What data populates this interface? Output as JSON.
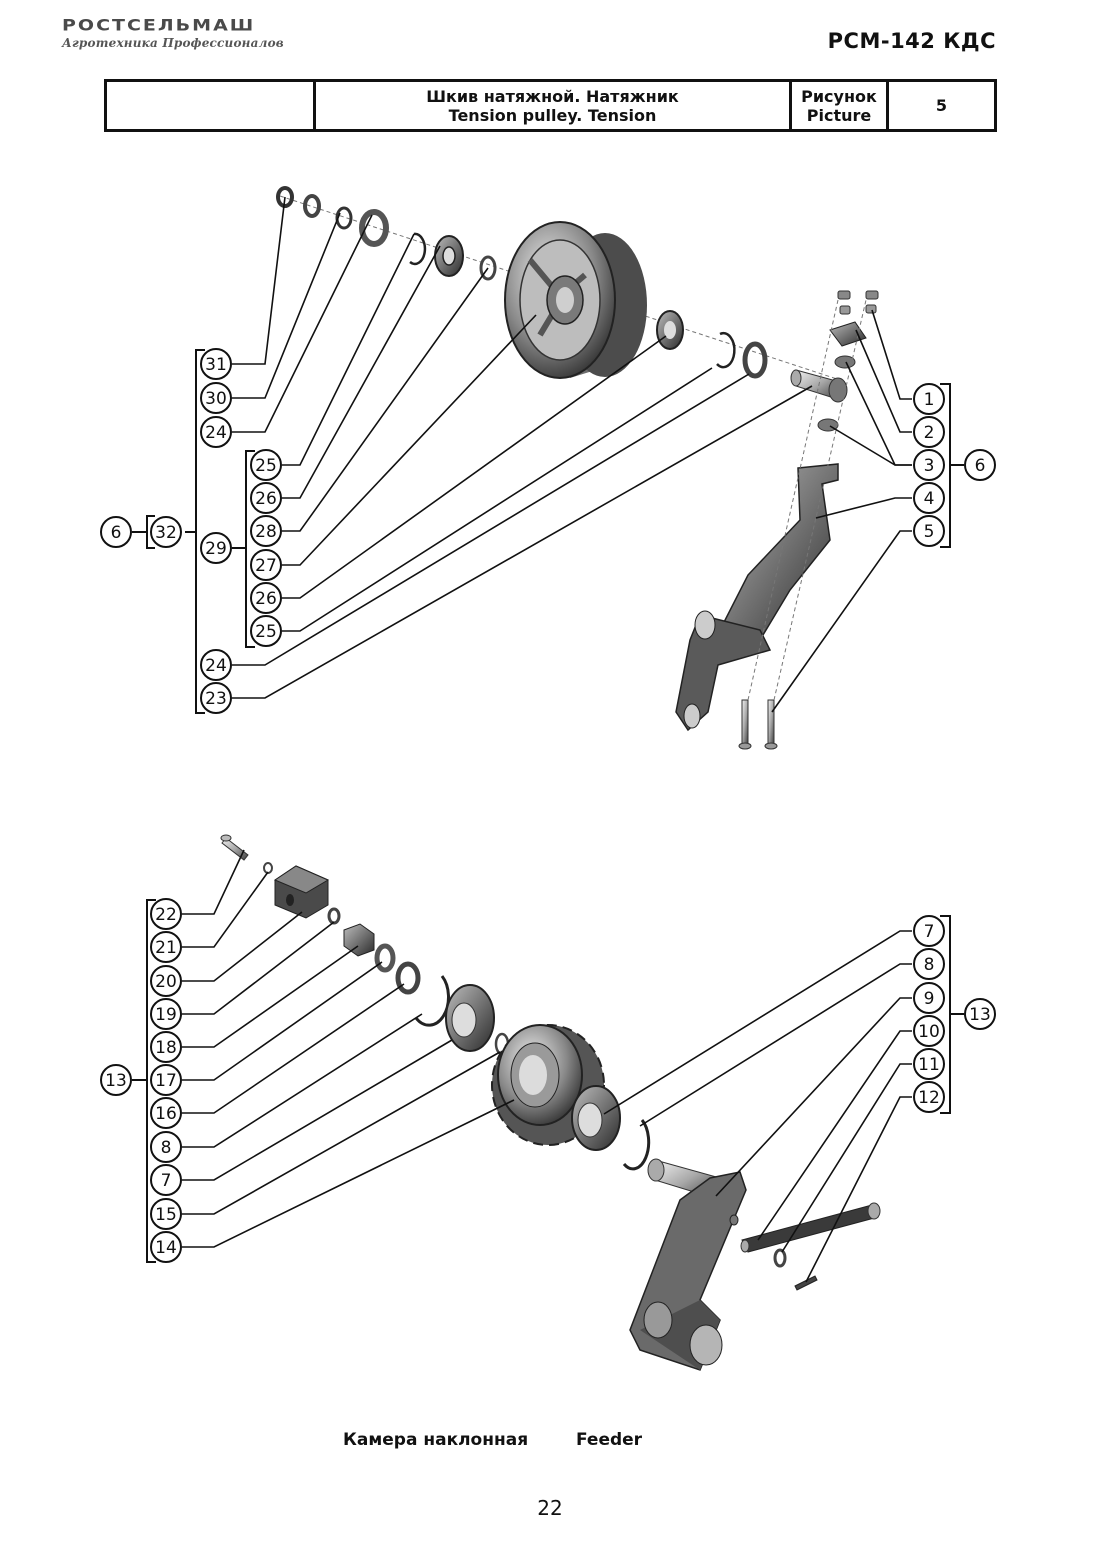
{
  "header": {
    "brand": "РОСТСЕЛЬМАШ",
    "tagline": "Агротехника Профессионалов",
    "model": "РСМ-142 КДС"
  },
  "title_block": {
    "caption_ru": "Шкив натяжной. Натяжник",
    "caption_en": "Tension pulley. Tension",
    "picture_ru": "Рисунок",
    "picture_en": "Picture",
    "picture_number": "5"
  },
  "diagram_top": {
    "callouts_left": [
      "31",
      "30",
      "24",
      "25",
      "26",
      "28",
      "27",
      "26",
      "25",
      "24",
      "23"
    ],
    "group_inner": "29",
    "group_outer": "32",
    "group_parent": "6",
    "callouts_right": [
      "1",
      "2",
      "3",
      "4",
      "5"
    ],
    "group_right": "6"
  },
  "diagram_bottom": {
    "callouts_left": [
      "22",
      "21",
      "20",
      "19",
      "18",
      "17",
      "16",
      "8",
      "7",
      "15",
      "14"
    ],
    "group_left": "13",
    "callouts_right": [
      "7",
      "8",
      "9",
      "10",
      "11",
      "12"
    ],
    "group_right": "13"
  },
  "footer": {
    "caption_ru": "Камера наклонная",
    "caption_en": "Feeder",
    "page_number": "22"
  }
}
